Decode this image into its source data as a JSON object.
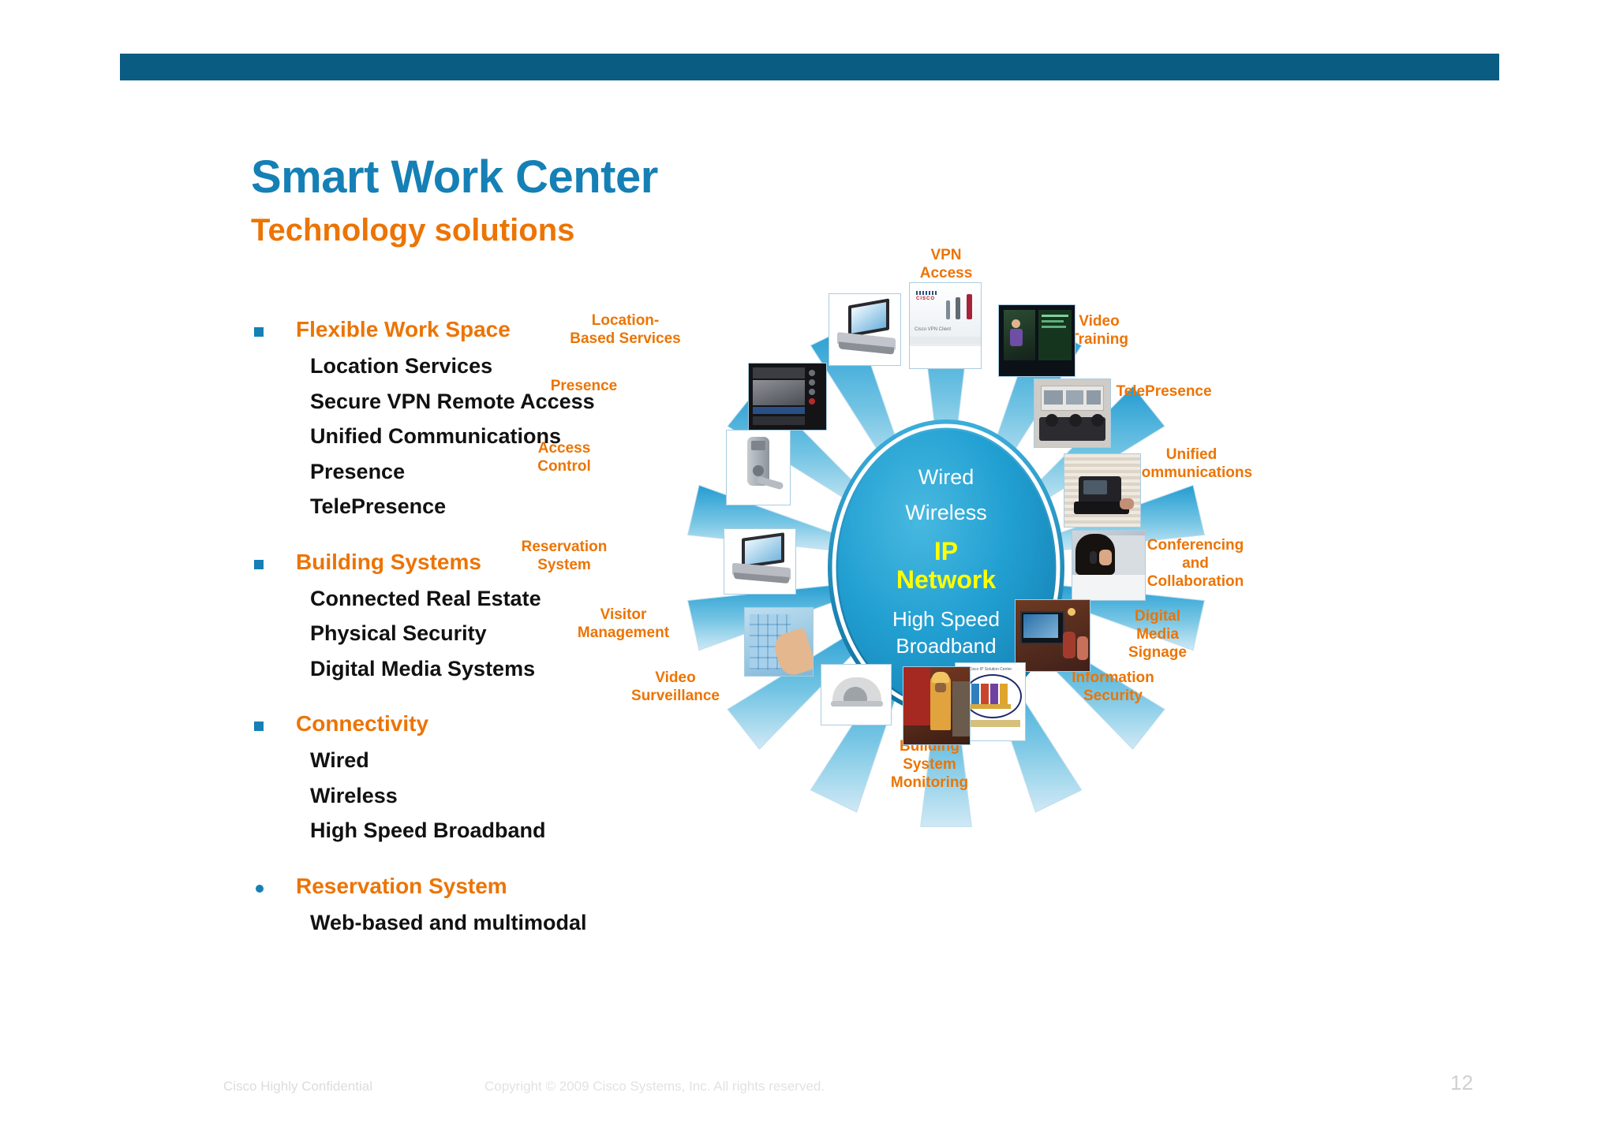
{
  "slide": {
    "title": "Smart Work Center",
    "subtitle": "Technology solutions",
    "accent_blue": "#1580b5",
    "accent_orange": "#ec7404",
    "header_bar_color": "#0a5c82",
    "page_number": "12"
  },
  "bullets": [
    {
      "marker": "square",
      "heading": "Flexible Work Space",
      "items": [
        "Location Services",
        "Secure VPN Remote Access",
        "Unified Communications",
        "Presence",
        "TelePresence"
      ]
    },
    {
      "marker": "square",
      "heading": "Building Systems",
      "items": [
        "Connected Real Estate",
        "Physical Security",
        "Digital Media Systems"
      ]
    },
    {
      "marker": "square",
      "heading": "Connectivity",
      "items": [
        "Wired",
        "Wireless",
        "High Speed Broadband"
      ]
    },
    {
      "marker": "dot",
      "heading": "Reservation System",
      "items": [
        "Web-based and multimodal"
      ]
    }
  ],
  "diagram": {
    "hub": {
      "line1": "Wired",
      "line2": "Wireless",
      "line3": "IP",
      "line4": "Network",
      "line5": "High Speed",
      "line6": "Broadband",
      "fill_color": "#1c9bd0",
      "highlight_color": "#ffff00"
    },
    "nodes": [
      {
        "label": "VPN\nAccess",
        "icon": "vpn-client-poster-icon"
      },
      {
        "label": "Video\nTraining",
        "icon": "video-training-screen-icon"
      },
      {
        "label": "TelePresence",
        "icon": "telepresence-room-icon"
      },
      {
        "label": "Unified\nCommunications",
        "icon": "ip-phone-icon"
      },
      {
        "label": "Conferencing\nand\nCollaboration",
        "icon": "headset-user-icon"
      },
      {
        "label": "Digital\nMedia\nSignage",
        "icon": "digital-signage-display-icon"
      },
      {
        "label": "Information\nSecurity",
        "icon": "ip-solution-center-icon"
      },
      {
        "label": "Building\nSystem\nMonitoring",
        "icon": "firefighter-icon"
      },
      {
        "label": "Video\nSurveillance",
        "icon": "dome-camera-icon"
      },
      {
        "label": "Visitor\nManagement",
        "icon": "touch-keypad-icon"
      },
      {
        "label": "Reservation\nSystem",
        "icon": "laptop-icon"
      },
      {
        "label": "Access\nControl",
        "icon": "door-lock-icon"
      },
      {
        "label": "Presence",
        "icon": "video-phone-icon"
      },
      {
        "label": "Location-\nBased Services",
        "icon": "tablet-laptop-icon"
      }
    ]
  },
  "footer": {
    "confidential": "Cisco Highly Confidential",
    "copyright": "Copyright © 2009 Cisco Systems, Inc. All rights reserved."
  }
}
